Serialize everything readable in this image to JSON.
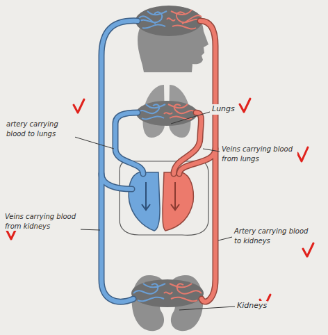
{
  "diagram": {
    "labels": [
      "artery carrying blood to lungs",
      "Lungs",
      "Veins carrying blood from lungs",
      "Veins carrying blood from kidneys",
      "Artery carrying blood to kidneys",
      "Kidneys"
    ]
  }
}
